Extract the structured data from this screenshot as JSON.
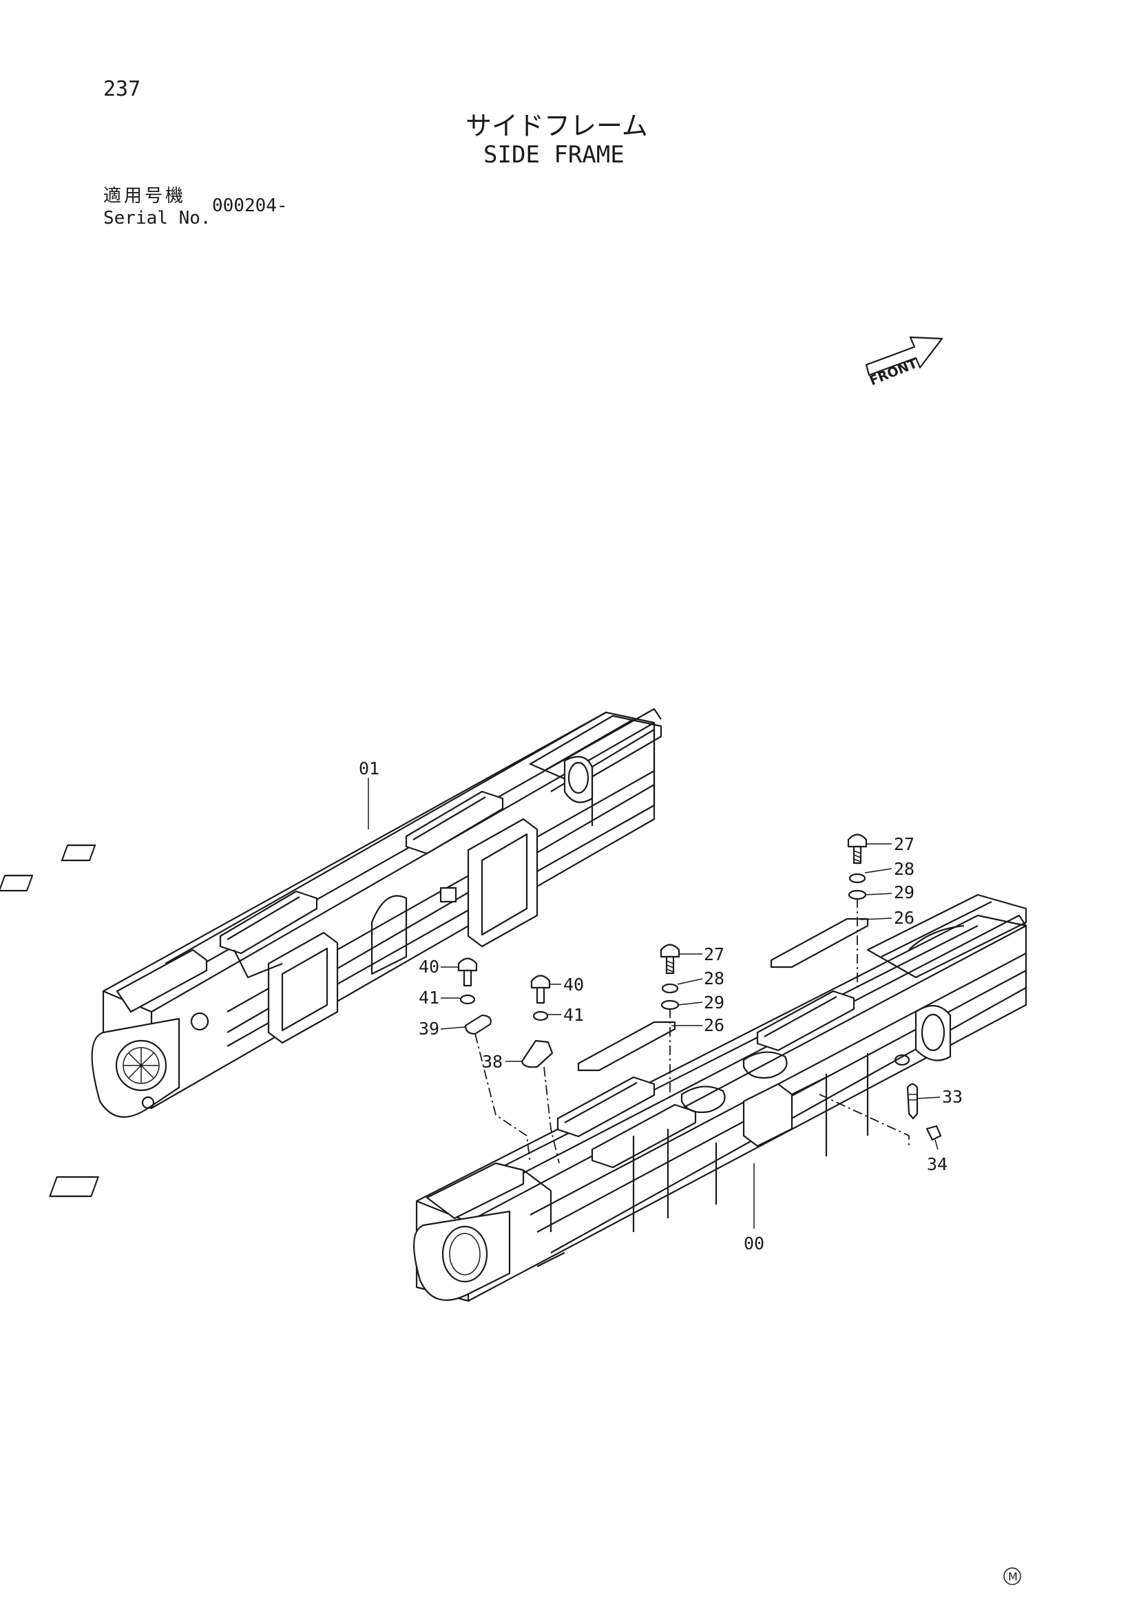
{
  "header": {
    "page_number": "237",
    "title_jp": "サイドフレーム",
    "title_en": "SIDE FRAME",
    "serial_label_jp": "適用号機",
    "serial_label_en": "Serial No.",
    "serial_value": "000204-"
  },
  "front_label": "FRONT",
  "mark_label": "M",
  "callouts": {
    "frame_01": "01",
    "frame_00": "00",
    "bolt_27_a": "27",
    "washer_28_a": "28",
    "washer_29_a": "29",
    "plate_26_a": "26",
    "bolt_27_b": "27",
    "washer_28_b": "28",
    "washer_29_b": "29",
    "plate_26_b": "26",
    "bolt_40_a": "40",
    "washer_41_a": "41",
    "guard_39": "39",
    "bolt_40_b": "40",
    "washer_41_b": "41",
    "guard_38": "38",
    "fitting_33": "33",
    "cap_34": "34"
  }
}
